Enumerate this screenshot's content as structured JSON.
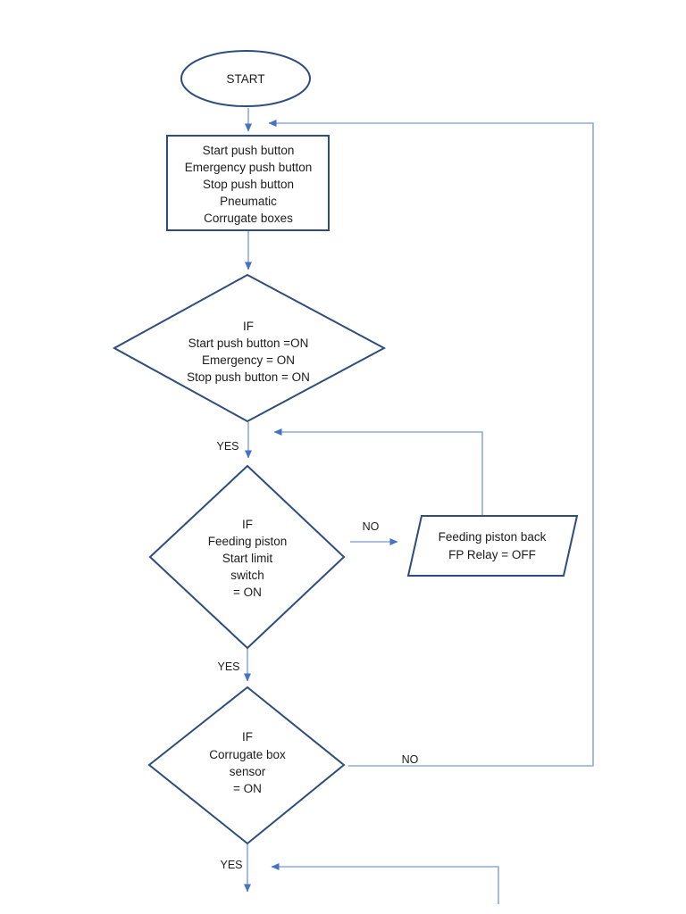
{
  "diagram": {
    "colors": {
      "shape_stroke": "#2e4d7c",
      "connector": "#8faadc",
      "arrowhead": "#4472c4",
      "text": "#1c1c1c",
      "background": "#ffffff"
    },
    "nodes": {
      "start": {
        "shape": "terminator",
        "label": "START"
      },
      "inputs": {
        "shape": "process",
        "lines": [
          "Start push button",
          "Emergency push button",
          "Stop push button",
          "Pneumatic",
          "Corrugate boxes"
        ]
      },
      "decision_start": {
        "shape": "decision",
        "lines": [
          "IF",
          "Start push button =ON",
          "Emergency = ON",
          "Stop push button = ON"
        ]
      },
      "decision_feeding": {
        "shape": "decision",
        "lines": [
          "IF",
          "Feeding piston",
          "Start limit",
          "switch",
          "= ON"
        ]
      },
      "feeding_piston_back": {
        "shape": "data",
        "lines": [
          "Feeding piston back",
          "FP Relay = OFF"
        ]
      },
      "decision_corrugate": {
        "shape": "decision",
        "lines": [
          "IF",
          "Corrugate box",
          "sensor",
          "= ON"
        ]
      }
    },
    "edge_labels": {
      "decision_start_yes": "YES",
      "decision_feeding_no": "NO",
      "decision_feeding_yes": "YES",
      "decision_corrugate_no": "NO",
      "decision_corrugate_yes": "YES"
    }
  }
}
